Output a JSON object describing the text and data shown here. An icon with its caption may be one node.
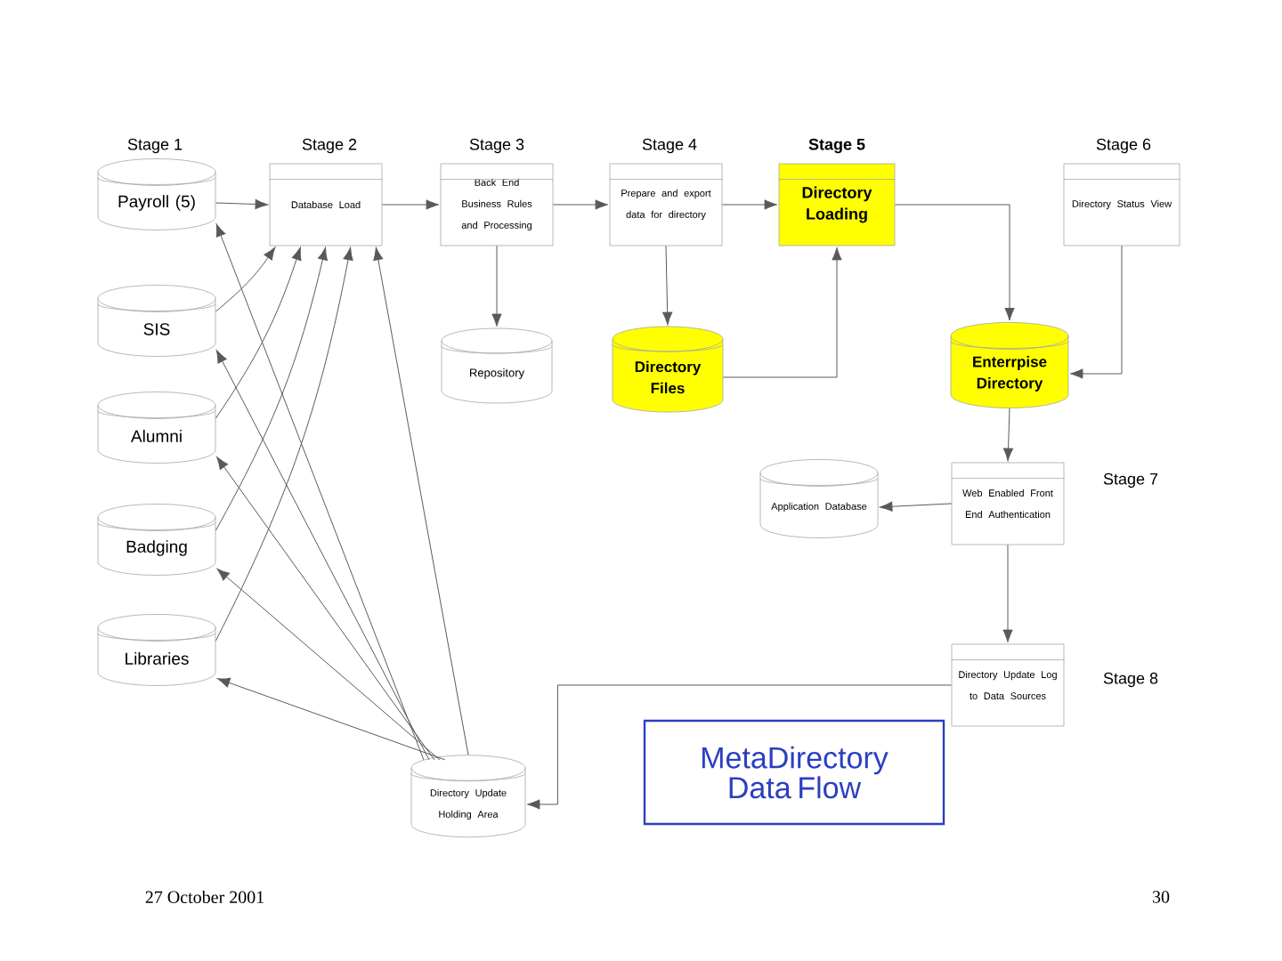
{
  "diagram": {
    "nodes": [
      {
        "text": [
          "Payroll (5)"
        ]
      },
      {
        "text": [
          "SIS"
        ]
      },
      {
        "text": [
          "Alumni"
        ]
      },
      {
        "text": [
          "Badging"
        ]
      },
      {
        "text": [
          "Libraries"
        ]
      },
      {
        "text": [
          "Database Load"
        ]
      },
      {
        "text": [
          "Back End Business Rules and Processing"
        ]
      },
      {
        "text": [
          "Repository"
        ]
      },
      {
        "text": [
          "Prepare and export data for directory"
        ]
      },
      {
        "text": [
          "Directory Files"
        ]
      },
      {
        "text": [
          "Directory Loading"
        ]
      },
      {
        "text": [
          "Enterrpise Directory"
        ]
      },
      {
        "text": [
          "Directory Status View"
        ]
      },
      {
        "text": [
          "Web Enabled Front End Authentication"
        ]
      },
      {
        "text": [
          "Application Database"
        ]
      },
      {
        "text": [
          "Directory Update Log to Data Sources"
        ]
      },
      {
        "text": [
          "Directory Update Holding Area"
        ]
      },
      {
        "text": [
          "MetaDirectory Data Flow"
        ]
      }
    ],
    "edges": [
      {
        "from": 0,
        "to": 5,
        "arrow": "to"
      },
      {
        "from": 5,
        "to": 6,
        "arrow": "to"
      },
      {
        "from": 6,
        "to": 7,
        "arrow": "to"
      },
      {
        "from": 6,
        "to": 8,
        "arrow": "to"
      },
      {
        "from": 8,
        "to": 9,
        "arrow": "to"
      },
      {
        "from": 8,
        "to": 10,
        "arrow": "to"
      },
      {
        "from": 9,
        "to": 10,
        "arrow": "to"
      },
      {
        "from": 10,
        "to": 11,
        "arrow": "to"
      },
      {
        "from": 12,
        "to": 11,
        "arrow": "to"
      },
      {
        "from": 11,
        "to": 13,
        "arrow": "to"
      },
      {
        "from": 13,
        "to": 14,
        "arrow": "to"
      },
      {
        "from": 13,
        "to": 15,
        "arrow": "to"
      },
      {
        "from": 15,
        "to": 16,
        "arrow": "to"
      },
      {
        "from": 16,
        "to": 0,
        "arrow": "to"
      },
      {
        "from": 16,
        "to": 1,
        "arrow": "to"
      },
      {
        "from": 16,
        "to": 2,
        "arrow": "to"
      },
      {
        "from": 16,
        "to": 3,
        "arrow": "to"
      },
      {
        "from": 16,
        "to": 4,
        "arrow": "to"
      },
      {
        "from": 16,
        "to": 5,
        "arrow": "to"
      },
      {
        "from": 1,
        "to": 5,
        "arrow": "to"
      },
      {
        "from": 2,
        "to": 5,
        "arrow": "to"
      },
      {
        "from": 3,
        "to": 5,
        "arrow": "to"
      },
      {
        "from": 4,
        "to": 5,
        "arrow": "to"
      }
    ],
    "labels": [
      "Stage 1",
      "Stage 2",
      "Stage 3",
      "Stage 4",
      "Stage 5",
      "Stage 6",
      "Stage 7",
      "Stage 8",
      "27 October 2001",
      "30"
    ]
  }
}
